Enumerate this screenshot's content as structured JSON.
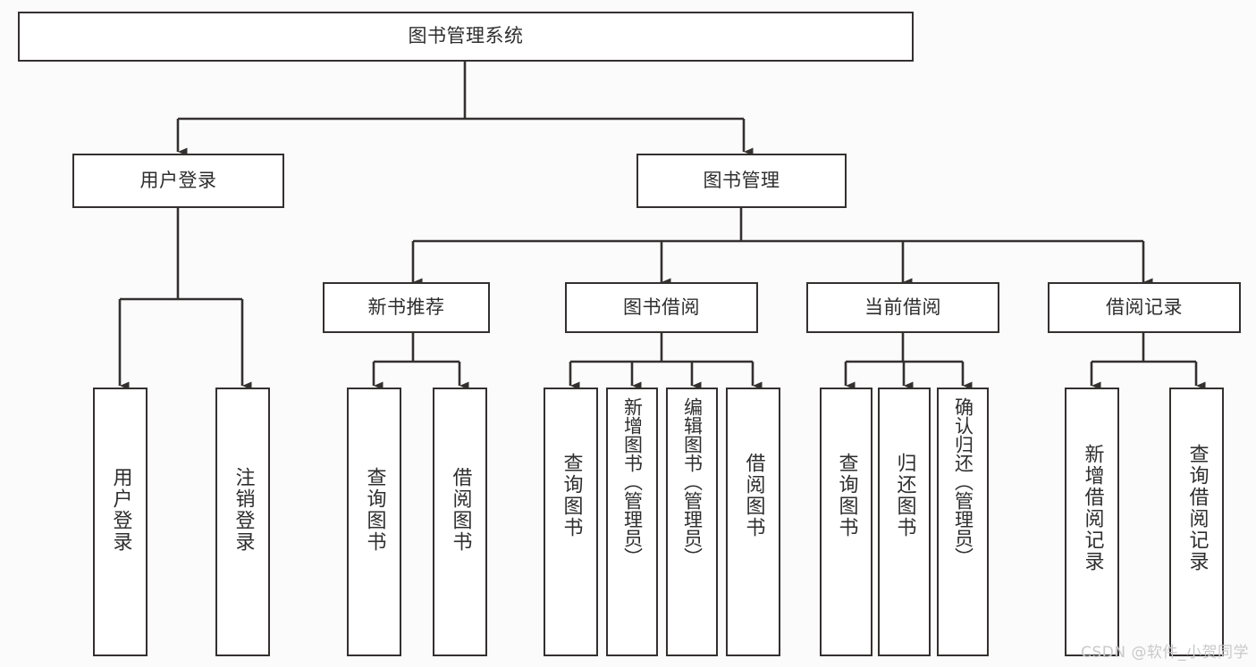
{
  "diagram": {
    "title_node": {
      "label": "图书管理系统"
    },
    "level2": [
      {
        "label": "用户登录"
      },
      {
        "label": "图书管理"
      }
    ],
    "level3": [
      {
        "label": "新书推荐"
      },
      {
        "label": "图书借阅"
      },
      {
        "label": "当前借阅"
      },
      {
        "label": "借阅记录"
      }
    ],
    "leaves": {
      "user_login": [
        {
          "label": "用户登录"
        },
        {
          "label": "注销登录"
        }
      ],
      "new_books": [
        {
          "label": "查询图书"
        },
        {
          "label": "借阅图书"
        }
      ],
      "book_borrow": [
        {
          "label": "查询图书"
        },
        {
          "label": "新增图书（管理员）"
        },
        {
          "label": "编辑图书（管理员）"
        },
        {
          "label": "借阅图书"
        }
      ],
      "current_borrow": [
        {
          "label": "查询图书"
        },
        {
          "label": "归还图书"
        },
        {
          "label": "确认归还（管理员）"
        }
      ],
      "borrow_record": [
        {
          "label": "新增借阅记录"
        },
        {
          "label": "查询借阅记录"
        }
      ]
    }
  },
  "watermark": {
    "text": "CSDN @软件_小贺同学"
  },
  "colors": {
    "border": "#33302f",
    "box_fill": "#ffffff",
    "page_bg": "#fbfbfb",
    "text": "#2e2e2e",
    "watermark": "#c9c9c9"
  }
}
